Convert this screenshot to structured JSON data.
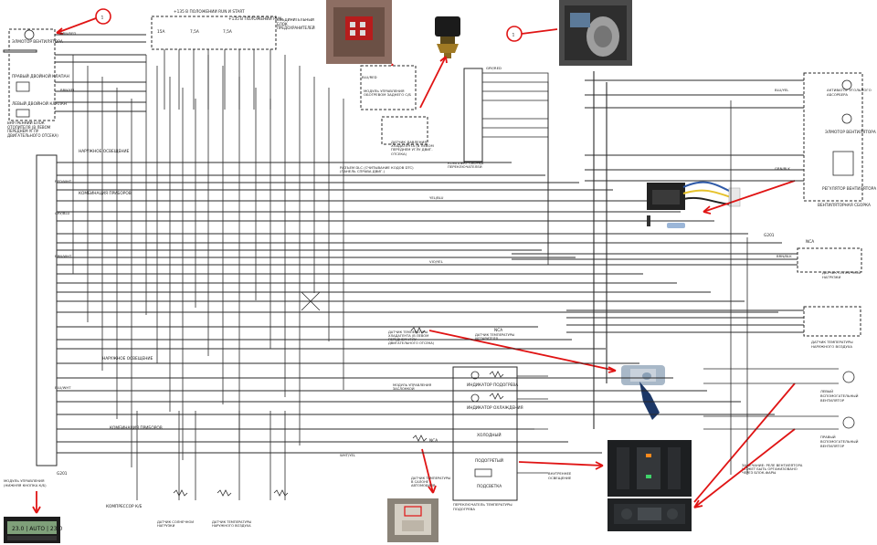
{
  "callouts": [
    "1",
    "1"
  ],
  "components": {
    "fan_motor_left": "ЭЛМОТОР ВЕНТИЛЯТОРА",
    "right_door_valve": "ПРАВЫЙ ДВОЙНОЙ КЛАПАН",
    "left_door_valve": "ЛЕВЫЙ ДВОЙНОЙ КЛАПАН",
    "underhood_box": "ВНУТРЕННИЙ БЛОК ОТОПИТЕЛЯ (В ЛЕВОМ ПЕРЕДНЕМ УГЛУ ДВИГАТЕЛЬНОГО ОТСЕКА)",
    "rear_defog": "МОДУЛЬ УПРАВЛЕНИЯ ОБОГРЕВОМ ЗАДНЕГО С/Б",
    "pressure_sensor": "ДАТЧИК ДАВЛЕНИЯ ХЛАДАГЕНТА (В ЛЕВОМ ПЕРЕДНЕМ УГЛУ ДВИГ. ОТСЕКА)",
    "switch_assembly": "КОМПЛЕКТ СБОРКА ПЕРЕКЛЮЧАТЕЛЕЙ",
    "dlc": "РАЗЪЕМ DLC (СЧИТЫВАНИЕ КОДОВ DTC) (ПАНЕЛЬ СПРАВА ДВИГ.)",
    "recirc_actuator": "АКТИВАТОР УГОЛЬНОГО АБСОРБЕРА",
    "fan_motor_right": "ЭЛМОТОР ВЕНТИЛЯТОРА",
    "fan_regulator": "РЕГУЛЯТОР ВЕНТИЛЯТОРА",
    "fan_assembly": "ВЕНТИЛЯТОРНАЯ СБОРКА",
    "sunload_sensor": "ДАТЧИК СОЛНЕЧНОЙ НАГРУЗКИ",
    "ambient_sensor": "ДАТЧИК ТЕМПЕРАТУРЫ НАРУЖНОГО ВОЗДУХА",
    "coolant_sensor": "ДАТЧИК ТЕМПЕРАТУРЫ ХЛАДАГЕНТА (В ЛЕВОМ ПЕРЕДНЕМ УГЛУ ДВИГАТЕЛЬНОГО ОТСЕКА)",
    "evap_sensor": "ДАТЧИК ТЕМПЕРАТУРЫ ИСПАРИТЕЛЯ",
    "cabin_sensor": "ДАТЧИК ТЕМПЕРАТУРЫ В САЛОНЕ АВТОМОБИЛЯ",
    "heater_switch": "ПЕРЕКЛЮЧАТЕЛЬ ТЕМПЕРАТУРЫ ПОДОГРЕВА",
    "left_aux_fan": "ЛЕВЫЙ ВСПОМОГАТЕЛЬНЫЙ ВЕНТИЛЯТОР",
    "right_aux_fan": "ПРАВЫЙ ВСПОМОГАТЕЛЬНЫЙ ВЕНТИЛЯТОР",
    "recirc_door": "МОДУЛЬ УПРАВЛЕНИЯ ЗАСЛОНКОЙ",
    "control_module": "МОДУЛЬ УПРАВЛЕНИЯ (НИЖНЯЯ КНОПКА К/Б)",
    "compressor": "КОМПРЕССОР К/Б",
    "headlamp_note": "ЗАМЕЧАНИЕ: РЕЛЕ ВЕНТИЛЯТОРА МОЖЕТ БЫТЬ ОРГАНИЗОВАНО ЧЕРЕЗ БЛОК-ФАРЫ"
  },
  "fuse_box": {
    "title": "СОЕДИНИТЕЛЬНЫЙ БЛОК ПРЕДОХРАНИТЕЛЕЙ",
    "h1": "+135 В ПОЛОЖЕНИИ RUN И START",
    "h2": "+135 В ПОЛОЖЕНИИ RUN",
    "fuses": [
      "15A",
      "7,5A",
      "7,5A"
    ]
  },
  "switch_labels": {
    "ind_heat": "ИНДИКАТОР ПОДОГРЕВА",
    "ind_cool": "ИНДИКАТОР ОХЛАЖДЕНИЯ",
    "cold": "ХОЛОДНЫЙ",
    "heat": "ПОДОГРЕТЫЙ",
    "backlight": "ПОДСВЕТКА",
    "internal": "ВНУТРЕННЕЕ ОСВЕЩЕНИЕ"
  },
  "misc": {
    "ground": "G201",
    "outside_light": "НАРУЖНОЕ ОСВЕЩЕНИЕ",
    "combination": "КОМБИНАЦИЯ ПРИБОРОВ",
    "nca": "NCA"
  },
  "wire_codes": [
    "BRN/RED",
    "BRN/YEL",
    "BLU/RED",
    "GRY/RED",
    "YEL/BLU",
    "RED/WHT",
    "GRY/BLU",
    "BRN/WHT",
    "VIO/YEL",
    "BLU/YEL",
    "GRN/BLK",
    "BRN/BLK",
    "BLU/WHT",
    "WHT/YEL"
  ],
  "photo_sketches": {
    "cabin_display": "23.0 | AUTO | 23.0"
  },
  "colors": {
    "arrow": "#e01414",
    "wire": "#2a2a2a",
    "panel": "#1d1f21"
  }
}
